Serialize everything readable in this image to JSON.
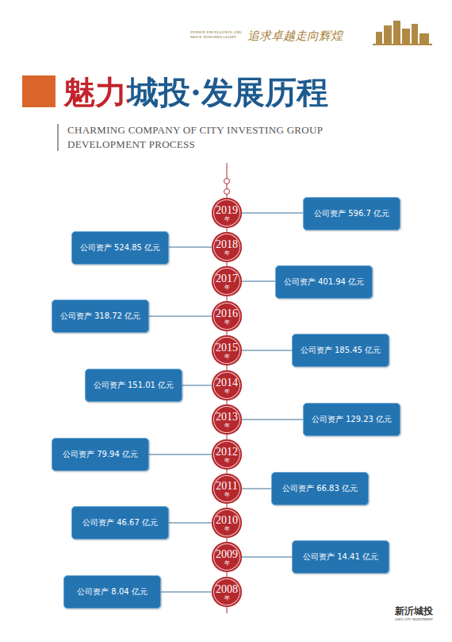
{
  "diagram": {
    "title": "魅力城投·发展历程",
    "nodes": [
      {
        "text": [
          "2019",
          "年"
        ]
      },
      {
        "text": [
          "公司资产 596.7 亿元"
        ]
      },
      {
        "text": [
          "公司资产 524.85 亿元"
        ]
      },
      {
        "text": [
          "2018",
          "年"
        ]
      },
      {
        "text": [
          "2017",
          "年"
        ]
      },
      {
        "text": [
          "公司资产 401.94 亿元"
        ]
      },
      {
        "text": [
          "公司资产 318.72 亿元"
        ]
      },
      {
        "text": [
          "2016",
          "年"
        ]
      },
      {
        "text": [
          "2015",
          "年"
        ]
      },
      {
        "text": [
          "公司资产 185.45 亿元"
        ]
      },
      {
        "text": [
          "公司资产 151.01 亿元"
        ]
      },
      {
        "text": [
          "2014",
          "年"
        ]
      },
      {
        "text": [
          "2013",
          "年"
        ]
      },
      {
        "text": [
          "公司资产 129.23 亿元"
        ]
      },
      {
        "text": [
          "公司资产 79.94 亿元"
        ]
      },
      {
        "text": [
          "2012",
          "年"
        ]
      },
      {
        "text": [
          "2011",
          "年"
        ]
      },
      {
        "text": [
          "公司资产 66.83 亿元"
        ]
      },
      {
        "text": [
          "公司资产 46.67 亿元"
        ]
      },
      {
        "text": [
          "2010",
          "年"
        ]
      },
      {
        "text": [
          "2009",
          "年"
        ]
      },
      {
        "text": [
          "公司资产 14.41 亿元"
        ]
      },
      {
        "text": [
          "公司资产 8.04 亿元"
        ]
      },
      {
        "text": [
          "2008",
          "年"
        ]
      }
    ],
    "edges": [
      {
        "from": 0,
        "to": 1,
        "arrow": "none"
      },
      {
        "from": 3,
        "to": 2,
        "arrow": "none"
      },
      {
        "from": 4,
        "to": 5,
        "arrow": "none"
      },
      {
        "from": 7,
        "to": 6,
        "arrow": "none"
      },
      {
        "from": 8,
        "to": 9,
        "arrow": "none"
      },
      {
        "from": 11,
        "to": 10,
        "arrow": "none"
      },
      {
        "from": 12,
        "to": 13,
        "arrow": "none"
      },
      {
        "from": 15,
        "to": 14,
        "arrow": "none"
      },
      {
        "from": 16,
        "to": 17,
        "arrow": "none"
      },
      {
        "from": 19,
        "to": 18,
        "arrow": "none"
      },
      {
        "from": 20,
        "to": 21,
        "arrow": "none"
      },
      {
        "from": 23,
        "to": 22,
        "arrow": "none"
      },
      {
        "from": 0,
        "to": 3,
        "arrow": "none"
      },
      {
        "from": 3,
        "to": 4,
        "arrow": "none"
      },
      {
        "from": 4,
        "to": 7,
        "arrow": "none"
      },
      {
        "from": 7,
        "to": 8,
        "arrow": "none"
      },
      {
        "from": 8,
        "to": 11,
        "arrow": "none"
      },
      {
        "from": 11,
        "to": 12,
        "arrow": "none"
      },
      {
        "from": 12,
        "to": 15,
        "arrow": "none"
      },
      {
        "from": 15,
        "to": 16,
        "arrow": "none"
      },
      {
        "from": 16,
        "to": 19,
        "arrow": "none"
      },
      {
        "from": 19,
        "to": 20,
        "arrow": "none"
      },
      {
        "from": 20,
        "to": 23,
        "arrow": "none"
      }
    ],
    "labels": [
      "追求卓越走向辉煌",
      "PURSUE EXCELLENCE AND MOVE TOWARDS GLORY",
      "CHARMING COMPANY OF CITY INVESTING GROUP DEVELOPMENT PROCESS",
      "新沂城投",
      "XINYI CITY INVESTMENT"
    ]
  }
}
